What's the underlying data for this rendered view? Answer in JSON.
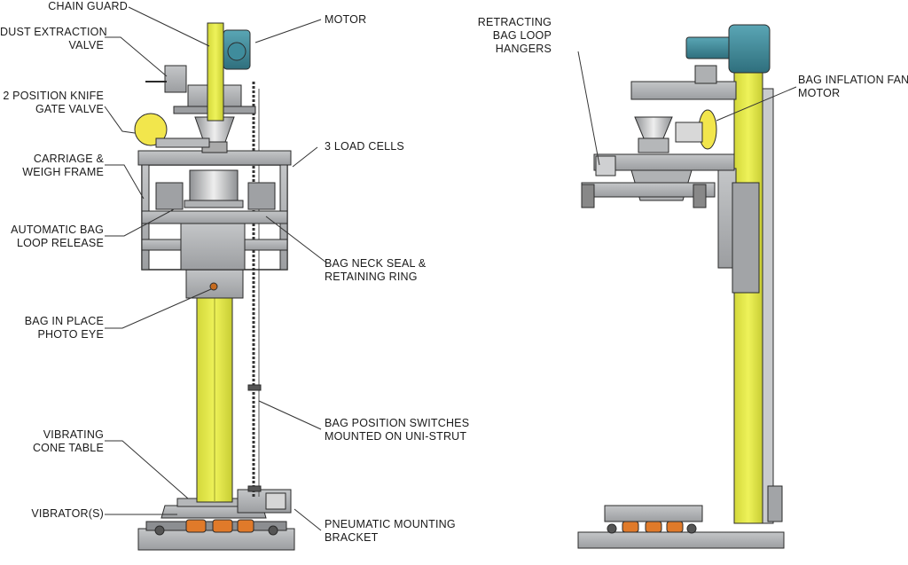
{
  "front_view": {
    "labels": {
      "chain_guard": [
        "CHAIN GUARD"
      ],
      "dust_extraction_valve": [
        "DUST EXTRACTION",
        "VALVE"
      ],
      "knife_gate_valve": [
        "2 POSITION KNIFE",
        "GATE VALVE"
      ],
      "carriage_weigh_frame": [
        "CARRIAGE &",
        "WEIGH FRAME"
      ],
      "auto_bag_loop_release": [
        "AUTOMATIC BAG",
        "LOOP RELEASE"
      ],
      "bag_in_place_photo_eye": [
        "BAG IN PLACE",
        "PHOTO EYE"
      ],
      "vibrating_cone_table": [
        "VIBRATING",
        "CONE TABLE"
      ],
      "vibrators": [
        "VIBRATOR(S)"
      ],
      "motor": [
        "MOTOR"
      ],
      "load_cells": [
        "3 LOAD CELLS"
      ],
      "bag_neck_seal": [
        "BAG NECK SEAL &",
        "RETAINING RING"
      ],
      "bag_position_switches": [
        "BAG POSITION SWITCHES",
        "MOUNTED ON UNI-STRUT"
      ],
      "pneumatic_mounting_bracket": [
        "PNEUMATIC MOUNTING",
        "BRACKET"
      ]
    }
  },
  "side_view": {
    "labels": {
      "retracting_bag_loop_hangers": [
        "RETRACTING",
        "BAG LOOP",
        "HANGERS"
      ],
      "bag_inflation_fan_motor": [
        "BAG INFLATION FAN",
        "MOTOR"
      ]
    }
  },
  "colors": {
    "frame_gray": "#a9abad",
    "frame_dark": "#7d7f82",
    "column_yellow": "#e3e84a",
    "motor_teal": "#3f8c9c",
    "fan_yellow": "#f2e64c",
    "vibrator_orange": "#e07a2a",
    "outline": "#2b2b2b",
    "leader": "#333333"
  }
}
